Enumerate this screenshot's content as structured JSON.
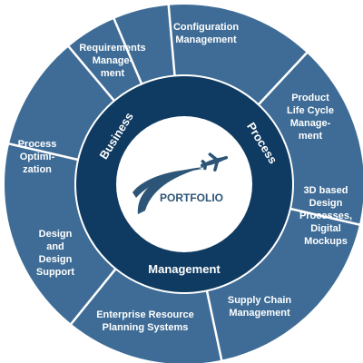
{
  "colors": {
    "outer_ring": "#3e6c96",
    "inner_ring": "#0f3a61",
    "separator": "#ffffff",
    "center": "#ffffff",
    "logo": "#2d5577"
  },
  "inner_ring": {
    "business": "Business",
    "process": "Process",
    "management": "Management"
  },
  "logo": {
    "text": "PORTFOLIO",
    "icon": "airplane-icon"
  },
  "segments": [
    {
      "id": "configuration-management",
      "lines": [
        "Configuration",
        "Management"
      ]
    },
    {
      "id": "product-life-cycle-management",
      "lines": [
        "Product",
        "Life Cycle",
        "Manage-",
        "ment"
      ]
    },
    {
      "id": "3d-based-design-processes",
      "lines": [
        "3D based",
        "Design",
        "Processes,",
        "Digital",
        "Mockups"
      ]
    },
    {
      "id": "supply-chain-management",
      "lines": [
        "Supply Chain",
        "Management"
      ]
    },
    {
      "id": "enterprise-resource-planning",
      "lines": [
        "Enterprise Resource",
        "Planning Systems"
      ]
    },
    {
      "id": "design-and-design-support",
      "lines": [
        "Design",
        "and",
        "Design",
        "Support"
      ]
    },
    {
      "id": "process-optimization",
      "lines": [
        "Process",
        "Optimi-",
        "zation"
      ]
    },
    {
      "id": "requirements-management",
      "lines": [
        "Requirements",
        "Manage-",
        "ment"
      ]
    }
  ]
}
